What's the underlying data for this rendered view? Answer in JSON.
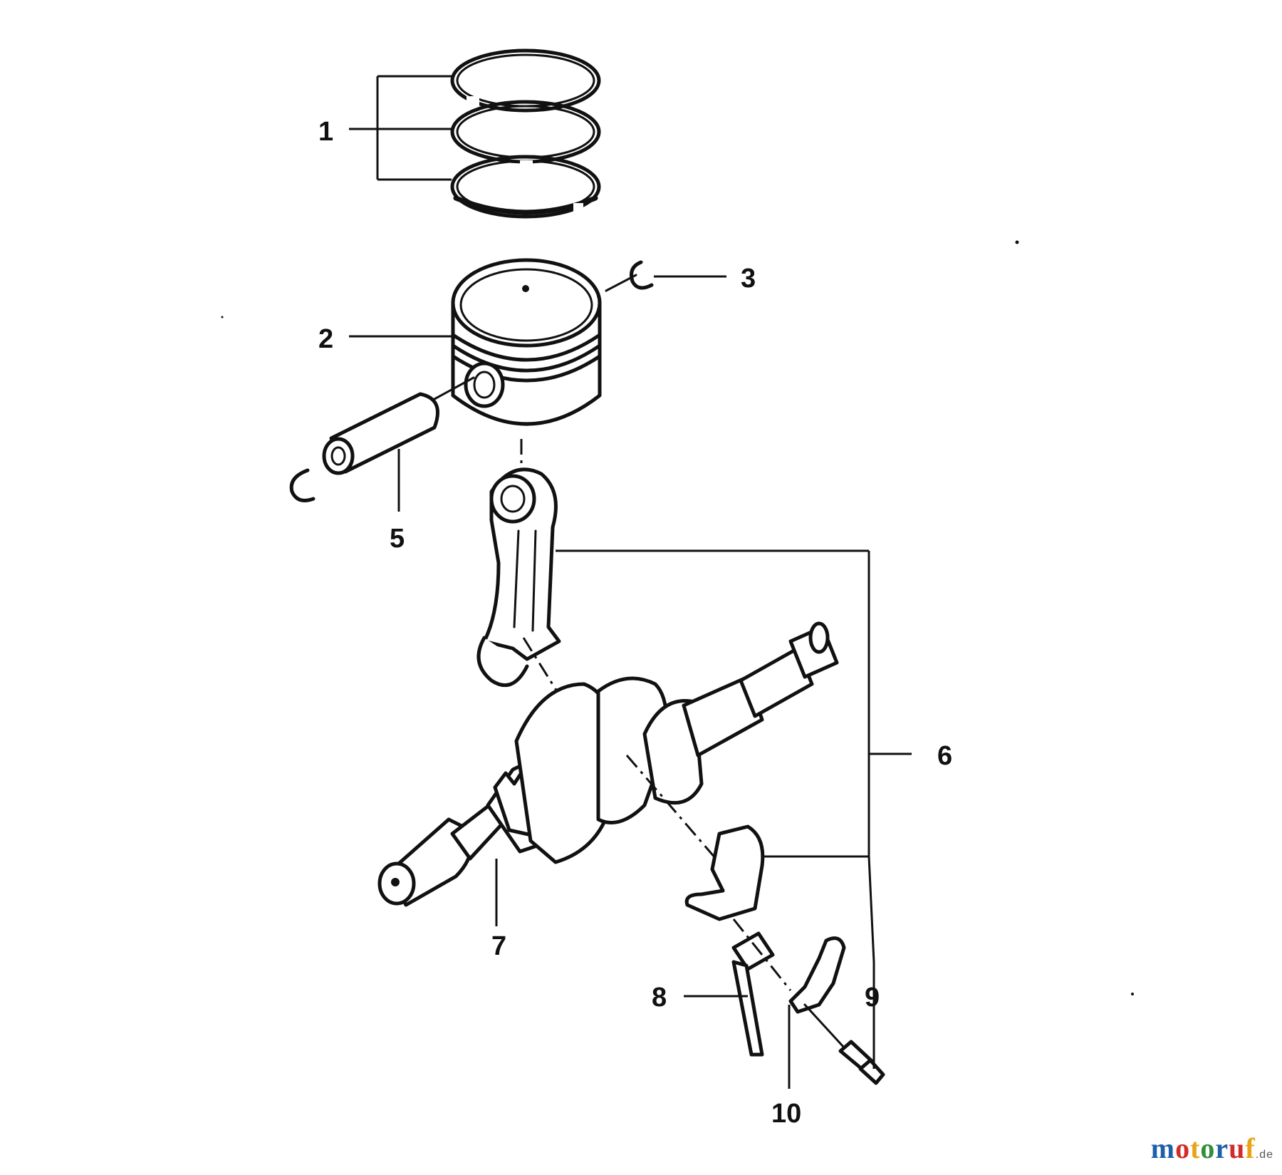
{
  "diagram": {
    "callouts": [
      {
        "id": "1",
        "label": "1"
      },
      {
        "id": "2",
        "label": "2"
      },
      {
        "id": "3",
        "label": "3"
      },
      {
        "id": "5",
        "label": "5"
      },
      {
        "id": "6",
        "label": "6"
      },
      {
        "id": "7",
        "label": "7"
      },
      {
        "id": "8",
        "label": "8"
      },
      {
        "id": "9",
        "label": "9"
      },
      {
        "id": "10",
        "label": "10"
      }
    ]
  },
  "watermark": {
    "letters": [
      "m",
      "o",
      "t",
      "o",
      "r",
      "u",
      "f"
    ],
    "colors": [
      "#1f5fa8",
      "#d32a2a",
      "#e8a317",
      "#2f8f3a",
      "#1f5fa8",
      "#d32a2a",
      "#e8a317"
    ],
    "tld": ".de"
  }
}
